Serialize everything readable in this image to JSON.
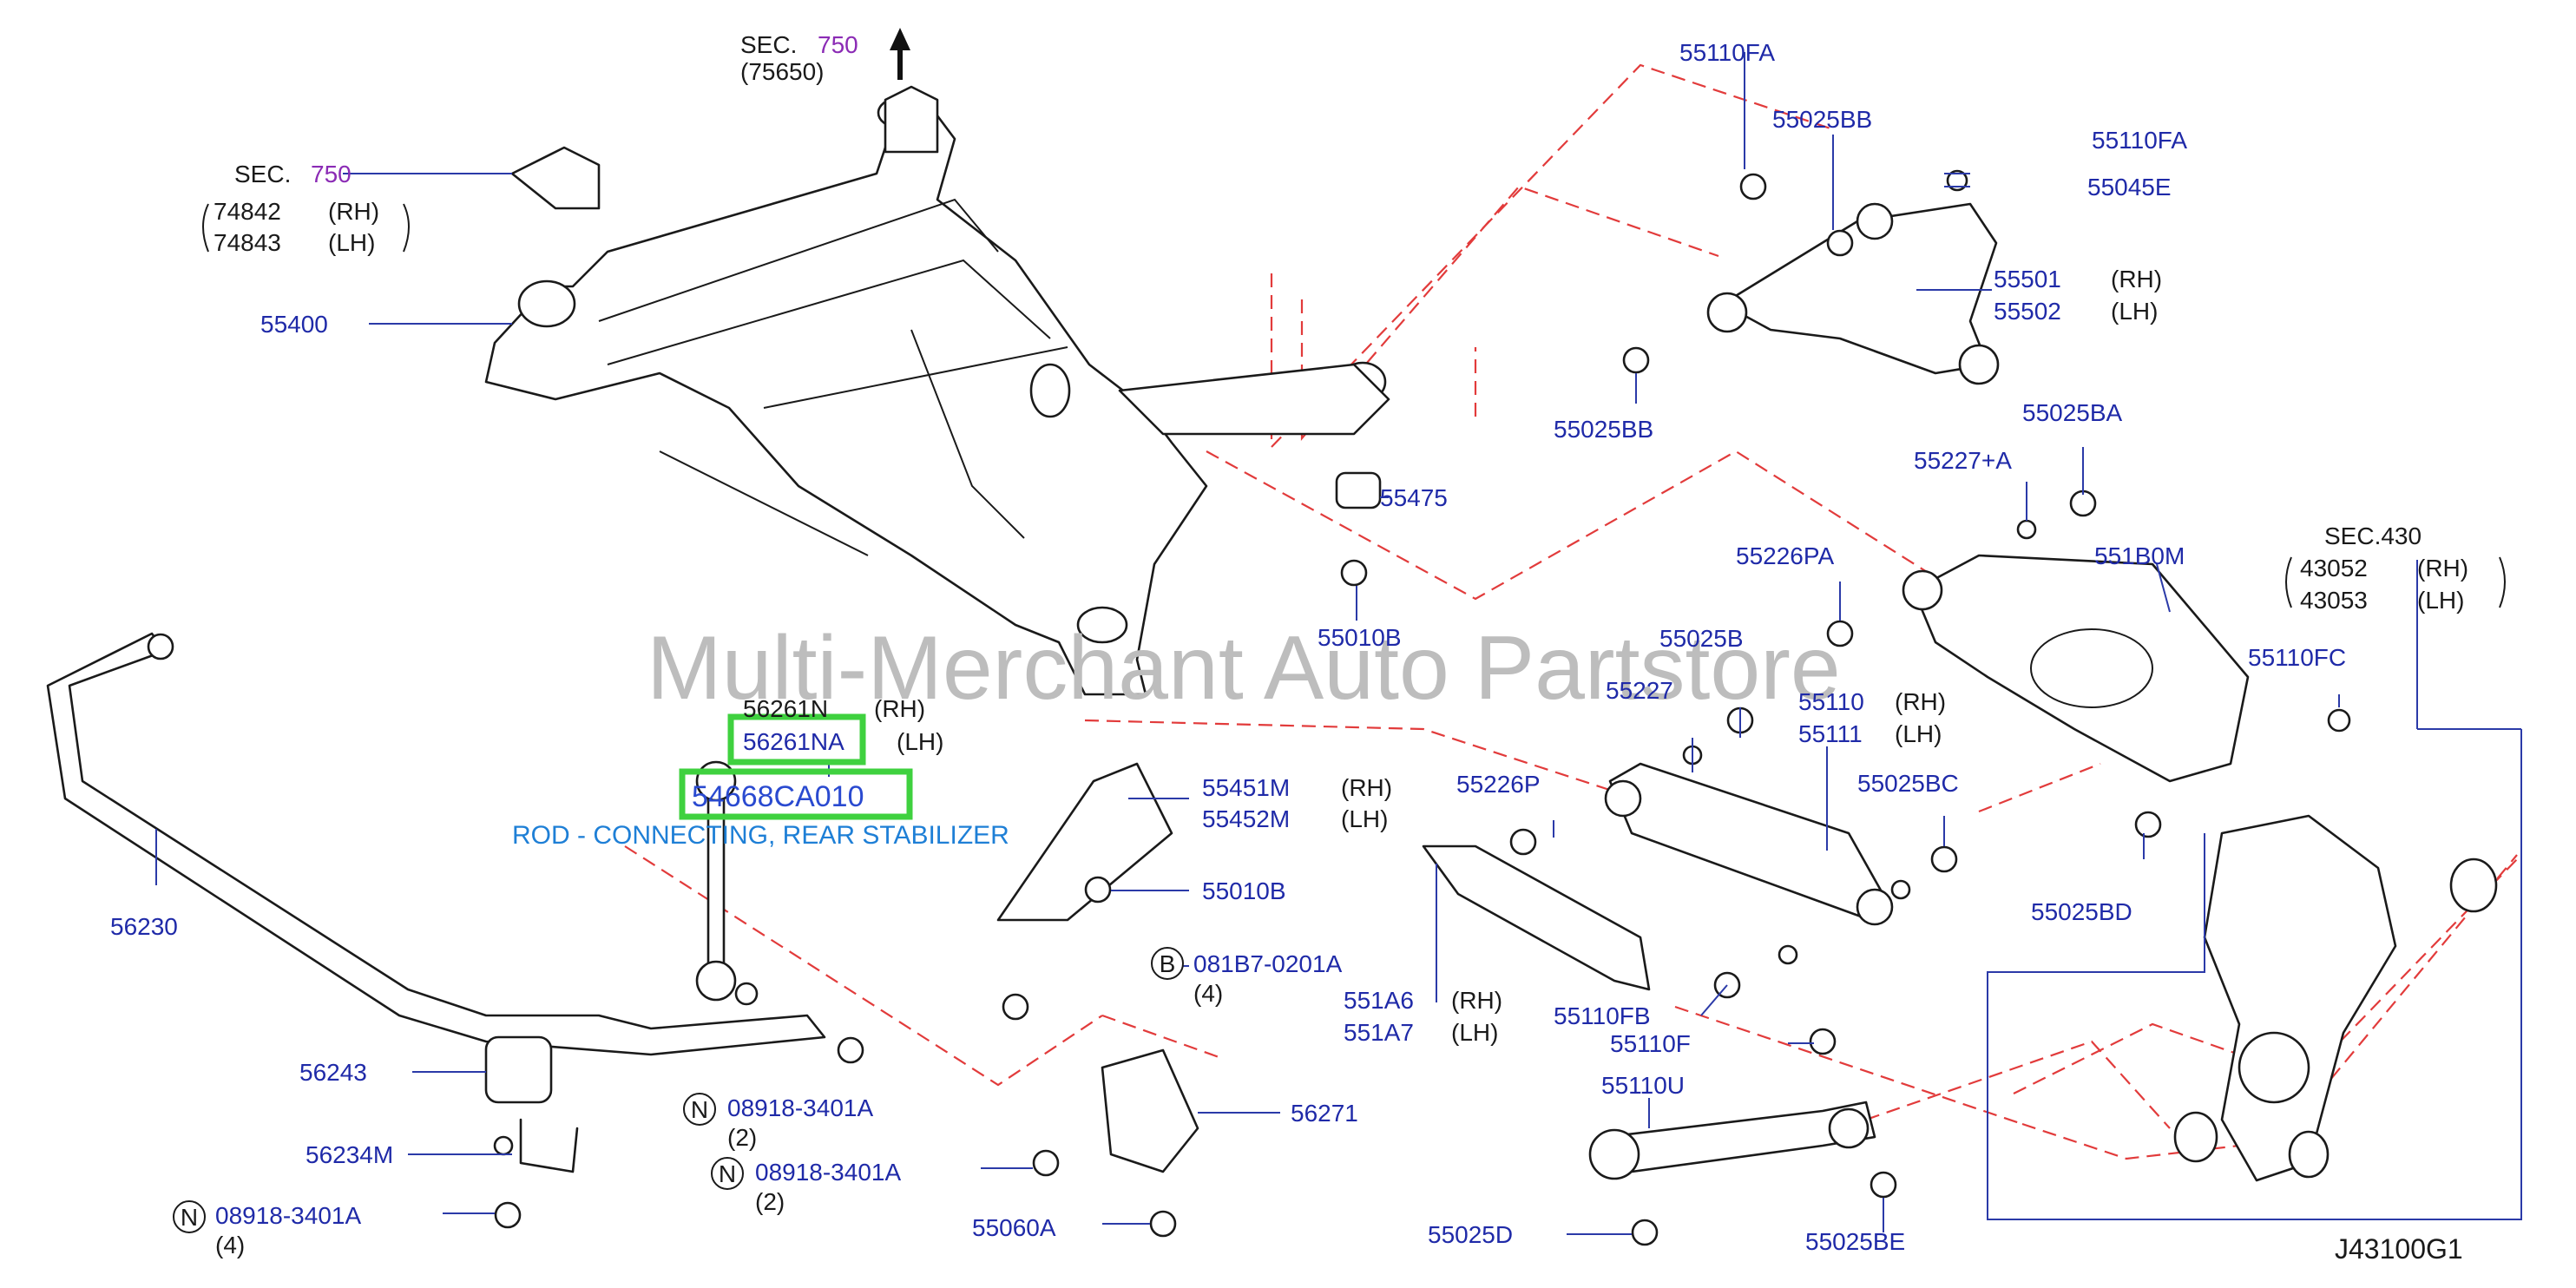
{
  "diagram_id": "J43100G1",
  "watermark": "Multi-Merchant Auto Partstore",
  "sec_top": {
    "sec": "SEC.",
    "num": "750",
    "sub": "(75650)"
  },
  "sec_left": {
    "sec": "SEC.",
    "num": "750",
    "a": "74842",
    "a_side": "(RH)",
    "b": "74843",
    "b_side": "(LH)"
  },
  "sec_right": {
    "sec": "SEC.430",
    "a": "43052",
    "a_side": "(RH)",
    "b": "43053",
    "b_side": "(LH)"
  },
  "highlight": {
    "part1": "56261NA",
    "part1_side": "(LH)",
    "part2": "54668CA010",
    "description": "ROD - CONNECTING, REAR STABILIZER"
  },
  "sides": {
    "rh": "(RH)",
    "lh": "(LH)"
  },
  "qty": {
    "two": "(2)",
    "four": "(4)"
  },
  "circle_letters": {
    "n": "N",
    "b": "B"
  },
  "parts": {
    "p55400": "55400",
    "p56261N": "56261N",
    "p56230": "56230",
    "p56243": "56243",
    "p56234M": "56234M",
    "p08918_a": "08918-3401A",
    "p08918_b": "08918-3401A",
    "p08918_c": "08918-3401A",
    "p55060A": "55060A",
    "p56271": "56271",
    "p55451M": "55451M",
    "p55452M": "55452M",
    "p55010B_a": "55010B",
    "p55010B_b": "55010B",
    "p081B7": "081B7-0201A",
    "p55475": "55475",
    "p55110FA_a": "55110FA",
    "p55110FA_b": "55110FA",
    "p55025BB_a": "55025BB",
    "p55025BB_b": "55025BB",
    "p55045E": "55045E",
    "p55501": "55501",
    "p55502": "55502",
    "p55227A": "55227+A",
    "p55025BA": "55025BA",
    "p55226PA": "55226PA",
    "p551B0M": "551B0M",
    "p55025B": "55025B",
    "p55227": "55227",
    "p55110": "55110",
    "p55111": "55111",
    "p55110FC": "55110FC",
    "p55226P": "55226P",
    "p55025BC": "55025BC",
    "p55025BD": "55025BD",
    "p551A6": "551A6",
    "p551A7": "551A7",
    "p55110FB": "55110FB",
    "p55110F": "55110F",
    "p55110U": "55110U",
    "p55025D": "55025D",
    "p55025BE": "55025BE"
  }
}
